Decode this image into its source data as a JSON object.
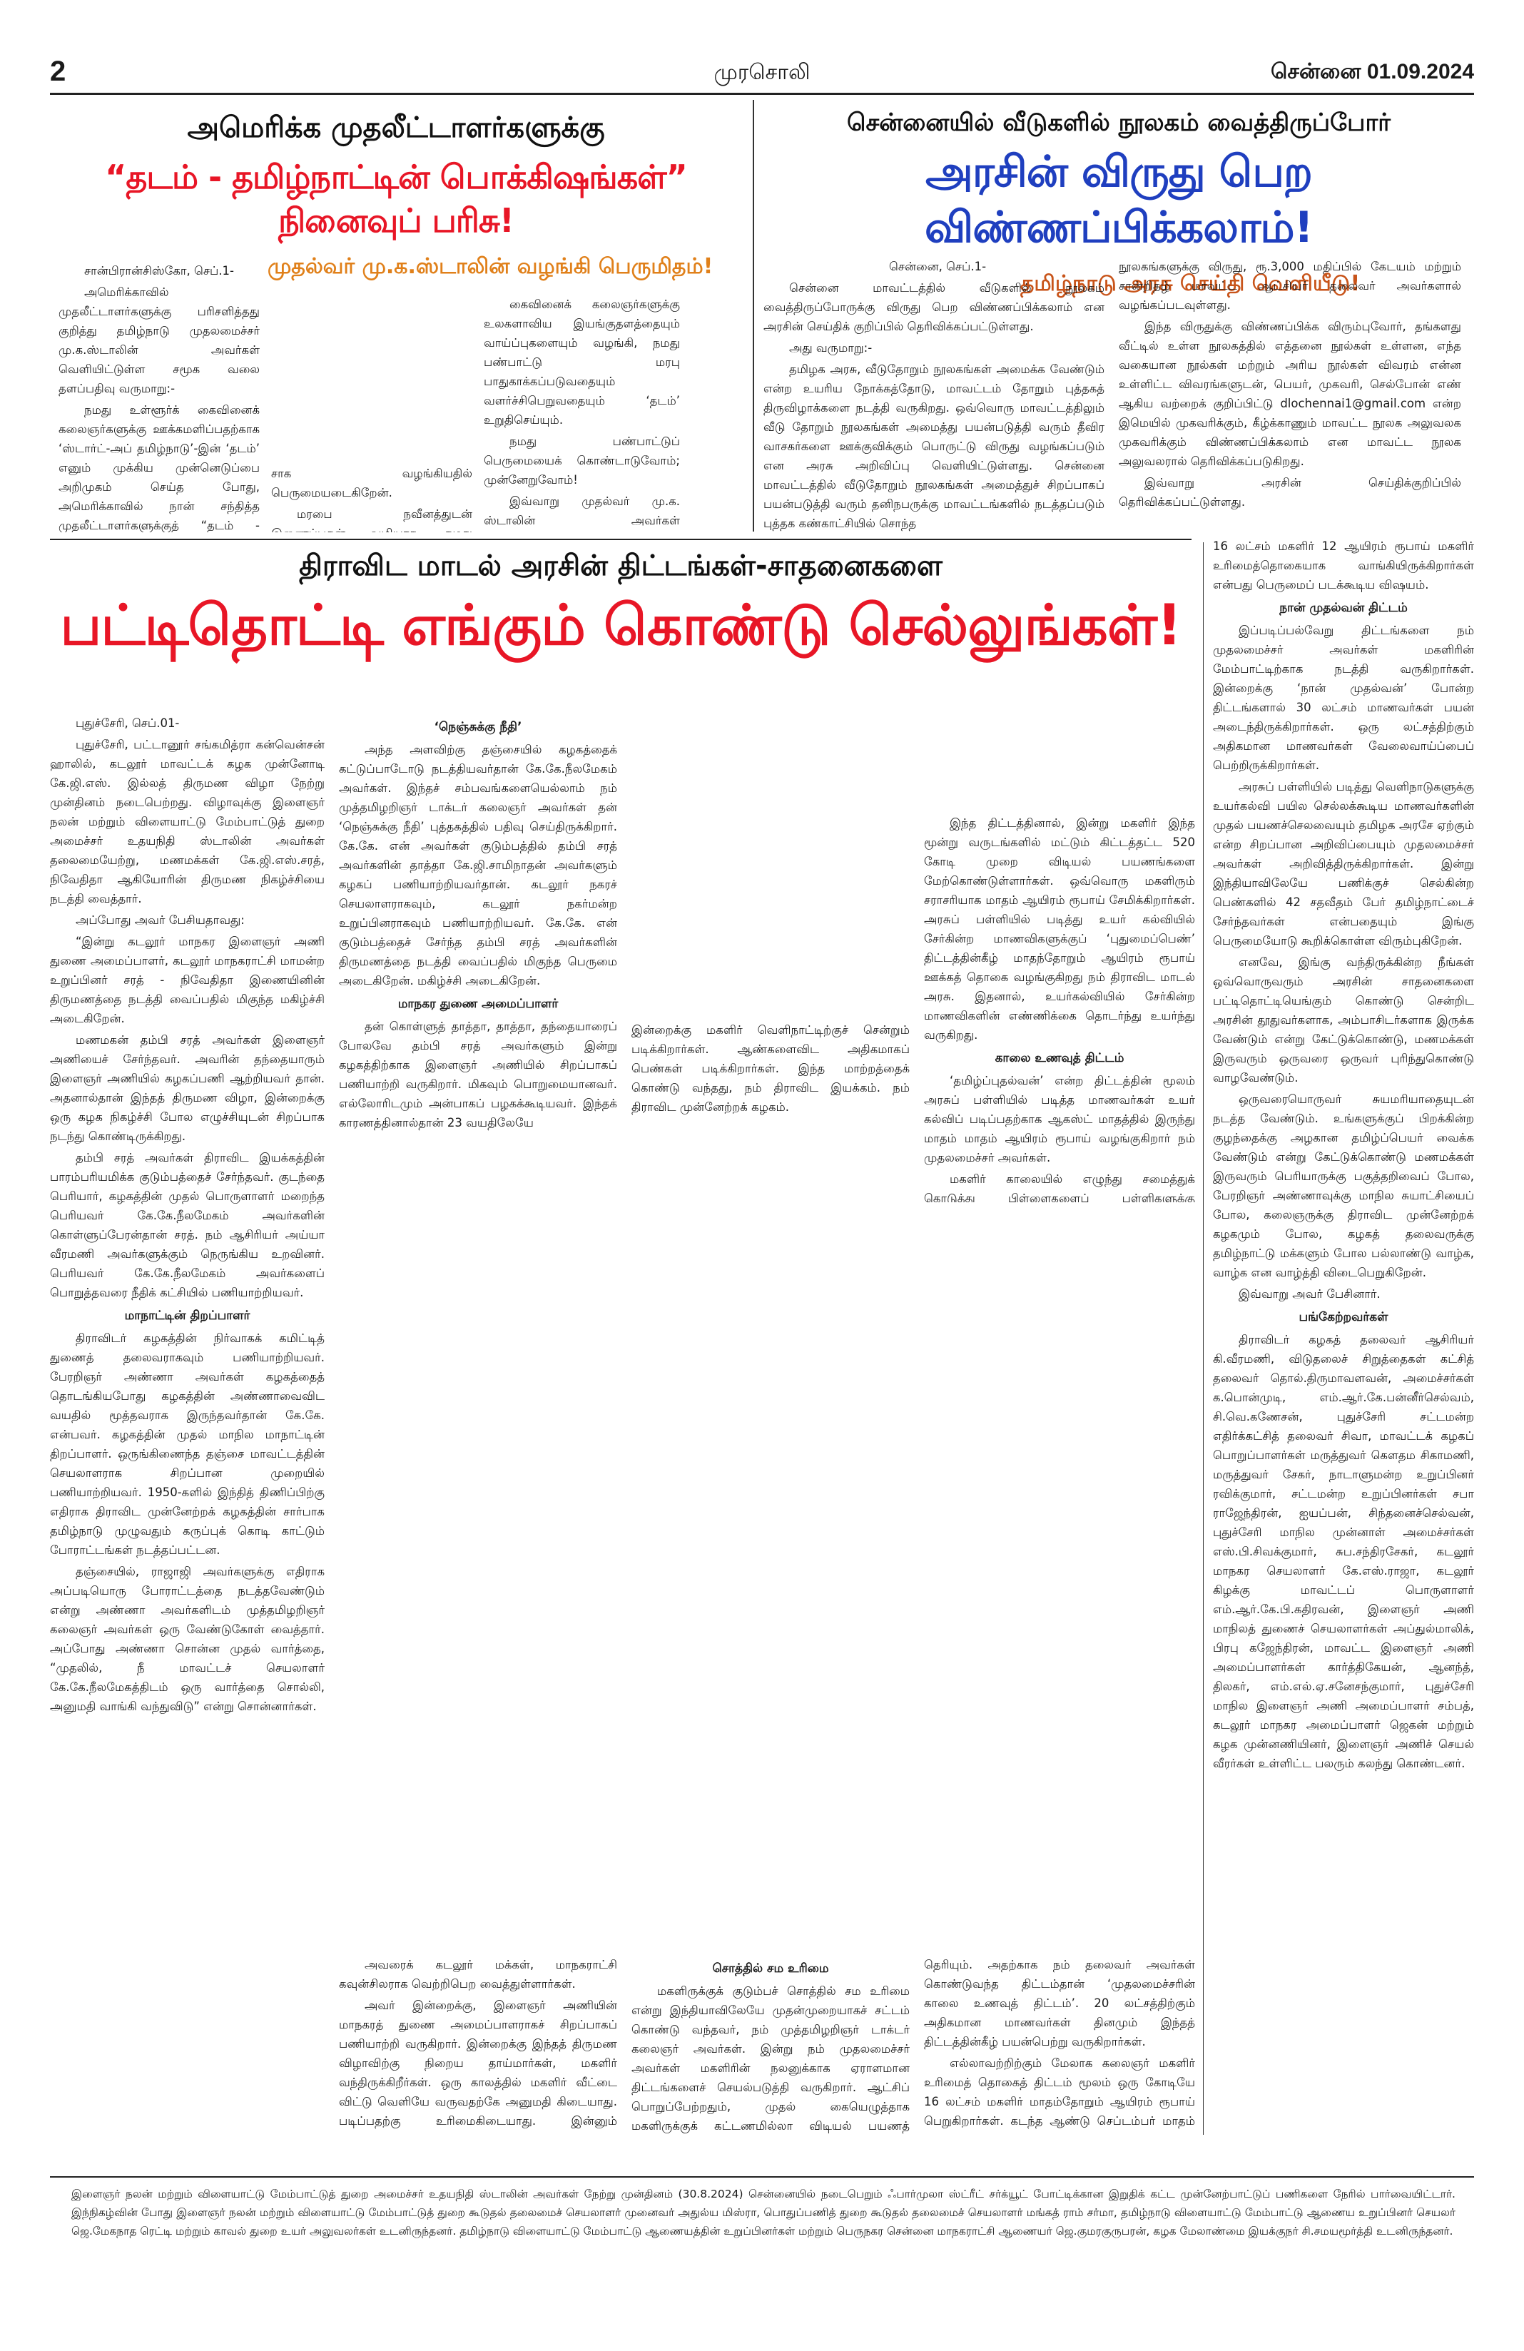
{
  "header": {
    "page": "2",
    "paper": "முரசொலி",
    "date": "சென்னை 01.09.2024"
  },
  "story1": {
    "kicker": "அமெரிக்க முதலீட்டாளர்களுக்கு",
    "headline": "“தடம் - தமிழ்நாட்டின் பொக்கிஷங்கள்” நினைவுப் பரிசு!",
    "subhead": "முதல்வர் மு.க.ஸ்டாலின் வழங்கி பெருமிதம்!",
    "col1": [
      "சான்பிரான்சிஸ்கோ, செப்.1-",
      "அமெரிக்காவில் முதலீட்டாளர்களுக்கு பரிசளித்தது குறித்து தமிழ்நாடு முதலமைச்சர் மு.க.ஸ்டாலின் அவர்கள் வெளியிட்டுள்ள சமூக வலை தளப்பதிவு வருமாறு:-",
      "நமது உள்ளூர்க் கைவினைக் கலைஞர்களுக்கு ஊக்கமளிப்பதற்காக ‘ஸ்டார்ட்-அப் தமிழ்நாடு’-இன் ‘தடம்’ எனும் முக்கிய முன்னெடுப்பை அறிமுகம் செய்த போது, அமெரிக்காவில் நான் சந்தித்த முதலீட்டாளர்களுக்குத் “தடம் - தமிழ்நாட்டின் பொக்கிஷங்கள்” எனும் பெட்டியினை நினைவுப் பரி"
    ],
    "col2": [
      "சாக வழங்கியதில் பெருமையடைகிறேன்.",
      "மரபை நவீனத்துடன் இணைப்பதன் வழியாக, நமது திறன்மிகு"
    ],
    "col3": [
      "கைவினைக் கலைஞர்களுக்கு உலகளாவிய இயங்குதளத்தையும் வாய்ப்புகளையும் வழங்கி, நமது பண்பாட்டு மரபு பாதுகாக்கப்படுவதையும் வளர்ச்சிபெறுவதையும் ‘தடம்’ உறுதிசெய்யும்.",
      "நமது பண்பாட்டுப் பெருமையைக் கொண்டாடுவோம்; முன்னேறுவோம்!",
      "இவ்வாறு முதல்வர் மு.க. ஸ்டாலின் அவர்கள் தெரிவித்துள்ளார்."
    ]
  },
  "story2": {
    "kicker": "சென்னையில் வீடுகளில் நூலகம் வைத்திருப்போர்",
    "headline": "அரசின் விருது பெற விண்ணப்பிக்கலாம்!",
    "subhead": "தமிழ்நாடு அரசு செய்தி வெளியீடு!",
    "col1": [
      "சென்னை, செப்.1-",
      "சென்னை மாவட்டத்தில் வீடுகளில் நூலகம் வைத்திருப்போருக்கு விருது பெற விண்ணப்பிக்கலாம் என அரசின் செய்திக் குறிப்பில் தெரிவிக்கப்பட்டுள்ளது.",
      "அது வருமாறு:-",
      "தமிழக அரசு, வீடுதோறும் நூலகங்கள் அமைக்க வேண்டும் என்ற உயரிய நோக்கத்தோடு, மாவட்டம் தோறும் புத்தகத் திருவிழாக்களை நடத்தி வருகிறது. ஒவ்வொரு மாவட்டத்திலும் வீடு தோறும் நூலகங்கள் அமைத்து பயன்படுத்தி வரும் தீவிர வாசகர்களை ஊக்குவிக்கும் பொருட்டு விருது வழங்கப்படும் என அரசு அறிவிப்பு வெளியிட்டுள்ளது. சென்னை மாவட்டத்தில் வீடுதோறும் நூலகங்கள் அமைத்துச் சிறப்பாகப் பயன்படுத்தி வரும் தனிநபருக்கு மாவட்டங்களில் நடத்தப்படும் புத்தக கண்காட்சியில் சொந்த"
    ],
    "col2": [
      "நூலகங்களுக்கு விருது, ரூ.3,000 மதிப்பில் கேடயம் மற்றும் சான்றிதழ் மாவட்ட ஆட்சியர் தலைவர் அவர்களால் வழங்கப்படவுள்ளது.",
      "இந்த விருதுக்கு விண்ணப்பிக்க விரும்புவோர், தங்களது வீட்டில் உள்ள நூலகத்தில் எத்தனை நூல்கள் உள்ளன, எந்த வகையான நூல்கள் மற்றும் அரிய நூல்கள் விவரம் என்ன உள்ளிட்ட விவரங்களுடன், பெயர், முகவரி, செல்போன் எண் ஆகிய வற்றைக் குறிப்பிட்டு dlochennai1@gmail.com என்ற இமெயில் முகவரிக்கும், கீழ்க்காணும் மாவட்ட நூலக அலுவலக முகவரிக்கும் விண்ணப்பிக்கலாம் என மாவட்ட நூலக அலுவலரால் தெரிவிக்கப்படுகிறது.",
      "இவ்வாறு அரசின் செய்திக்குறிப்பில் தெரிவிக்கப்பட்டுள்ளது."
    ]
  },
  "story3": {
    "kicker": "திராவிட மாடல் அரசின் திட்டங்கள்-சாதனைகளை",
    "headline": "பட்டிதொட்டி எங்கும் கொண்டு செல்லுங்கள்!",
    "right_top": [
      "16 லட்சம் மகளிர் 12 ஆயிரம் ரூபாய் மகளிர் உரிமைத்தொகையாக வாங்கியிருக்கிறார்கள் என்பது பெருமைப் படக்கூடிய விஷயம்."
    ],
    "right_sub1": "நான் முதல்வன் திட்டம்",
    "right_after1": [
      "இப்படிப்பல்வேறு திட்டங்களை நம் முதலமைச்சர் அவர்கள் மகளிரின் மேம்பாட்டிற்காக நடத்தி வருகிறார்கள். இன்றைக்கு ‘நான் முதல்வன்’ போன்ற திட்டங்களால் 30 லட்சம் மாணவர்கள் பயன் அடைந்திருக்கிறார்கள். ஒரு லட்சத்திற்கும் அதிகமான மாணவர்கள் வேலைவாய்ப்பைப் பெற்றிருக்கிறார்கள்.",
      "அரசுப் பள்ளியில் படித்து வெளிநாடுகளுக்கு உயர்கல்வி பயில செல்லக்கூடிய மாணவர்களின் முதல் பயணச்செலவையும் தமிழக அரசே ஏற்கும் என்ற சிறப்பான அறிவிப்பையும் முதலமைச்சர் அவர்கள் அறிவித்திருக்கிறார்கள். இன்று இந்தியாவிலேயே பணிக்குச் செல்கின்ற பெண்களில் 42 சதவீதம் பேர் தமிழ்நாட்டைச் சேர்ந்தவர்கள் என்பதையும் இங்கு பெருமையோடு கூறிக்கொள்ள விரும்புகிறேன்.",
      "எனவே, இங்கு வந்திருக்கின்ற நீங்கள் ஒவ்வொருவரும் அரசின் சாதனைகளை பட்டிதொட்டியெங்கும் கொண்டு சென்றிட அரசின் தூதுவர்களாக, அம்பாசிடர்களாக இருக்க வேண்டும் என்று கேட்டுக்கொண்டு, மணமக்கள் இருவரும் ஒருவரை ஒருவர் புரிந்துகொண்டு வாழவேண்டும்.",
      "ஒருவரையொருவர் சுயமரியாதையுடன் நடத்த வேண்டும். உங்களுக்குப் பிறக்கின்ற குழந்தைக்கு அழகான தமிழ்ப்பெயர் வைக்க வேண்டும் என்று கேட்டுக்கொண்டு மணமக்கள் இருவரும் பெரியாருக்கு பகுத்தறிவைப் போல, பேரறிஞர் அண்ணாவுக்கு மாநில சுயாட்சியைப் போல, கலைஞருக்கு திராவிட முன்னேற்றக் கழகமும் போல, கழகத் தலைவருக்கு தமிழ்நாட்டு மக்களும் போல பல்லாண்டு வாழ்க, வாழ்க என வாழ்த்தி விடைபெறுகிறேன்.",
      "இவ்வாறு அவர் பேசினார்."
    ],
    "right_sub2": "பங்கேற்றவர்கள்",
    "right_after2": [
      "திராவிடர் கழகத் தலைவர் ஆசிரியர் கி.வீரமணி, விடுதலைச் சிறுத்தைகள் கட்சித் தலைவர் தொல்.திருமாவளவன், அமைச்சர்கள் க.பொன்முடி, எம்.ஆர்.கே.பன்னீர்செல்வம், சி.வெ.கணேசன், புதுச்சேரி சட்டமன்ற எதிர்க்கட்சித் தலைவர் சிவா, மாவட்டக் கழகப் பொறுப்பாளர்கள் மருத்துவர் கௌதம சிகாமணி, மருத்துவர் சேகர், நாடாளுமன்ற உறுப்பினர் ரவிக்குமார், சட்டமன்ற உறுப்பினர்கள் சபா ராஜேந்திரன், ஐயப்பன், சிந்தனைச்செல்வன், புதுச்சேரி மாநில முன்னாள் அமைச்சர்கள் எஸ்.பி.சிவக்குமார், சுப.சந்திரசேகர், கடலூர் மாநகர செயலாளர் கே.எஸ்.ராஜா, கடலூர் கிழக்கு மாவட்டப் பொருளாளர் எம்.ஆர்.கே.பி.கதிரவன், இளைஞர் அணி மாநிலத் துணைச் செயலாளர்கள் அப்துல்மாலிக், பிரபு கஜேந்திரன், மாவட்ட இளைஞர் அணி அமைப்பாளர்கள் கார்த்திகேயன், ஆனந்த், திலகர், எம்.எல்.ஏ.சனேசந்குமார், புதுச்சேரி மாநில இளைஞர் அணி அமைப்பாளர் சம்பத், கடலூர் மாநகர அமைப்பாளர் ஜெகன் மற்றும் கழக முன்னணியினர், இளைஞர் அணிச் செயல் வீரர்கள் உள்ளிட்ட பலரும் கலந்து கொண்டனர்."
    ],
    "c1": [
      "புதுச்சேரி, செப்.01-",
      "புதுச்சேரி, பட்டானூர் சங்கமித்ரா கன்வென்சன் ஹாலில், கடலூர் மாவட்டக் கழக முன்னோடி கே.ஜி.எஸ். இல்லத் திருமண விழா நேற்று முன்தினம் நடைபெற்றது. விழாவுக்கு இளைஞர் நலன் மற்றும் விளையாட்டு மேம்பாட்டுத் துறை அமைச்சர் உதயநிதி ஸ்டாலின் அவர்கள் தலைமையேற்று, மணமக்கள் கே.ஜி.எஸ்.சரத், நிவேதிதா ஆகியோரின் திருமண நிகழ்ச்சியை நடத்தி வைத்தார்.",
      "அப்போது அவர் பேசியதாவது:",
      "“இன்று கடலூர் மாநகர இளைஞர் அணி துணை அமைப்பாளர், கடலூர் மாநகராட்சி மாமன்ற உறுப்பினர் சரத் - நிவேதிதா இணையினின் திருமணத்தை நடத்தி வைப்பதில் மிகுந்த மகிழ்ச்சி அடைகிறேன்.",
      "மணமகன் தம்பி சரத் அவர்கள் இளைஞர் அணியைச் சேர்ந்தவர். அவரின் தந்தையாரும் இளைஞர் அணியில் கழகப்பணி ஆற்றியவர் தான். அதனால்தான் இந்தத் திருமண விழா, இன்றைக்கு ஒரு கழக நிகழ்ச்சி போல எழுச்சியுடன் சிறப்பாக நடந்து கொண்டிருக்கிறது.",
      "தம்பி சரத் அவர்கள் திராவிட இயக்கத்தின் பாரம்பரியமிக்க குடும்பத்தைச் சேர்ந்தவர். குடந்தை பெரியார், கழகத்தின் முதல் பொருளாளர் மறைந்த பெரியவர் கே.கே.நீலமேகம் அவர்களின் கொள்ளுப்பேரன்தான் சரத். நம் ஆசிரியர் அய்யா வீரமணி அவர்களுக்கும் நெருங்கிய உறவினர். பெரியவர் கே.கே.நீலமேகம் அவர்களைப் பொறுத்தவரை நீதிக் கட்சியில் பணியாற்றியவர்."
    ],
    "c1_sub": "மாநாட்டின் திறப்பாளர்",
    "c1_after": [
      "திராவிடர் கழகத்தின் நிர்வாகக் கமிட்டித் துணைத் தலைவராகவும் பணியாற்றியவர். பேரறிஞர் அண்ணா அவர்கள் கழகத்தைத் தொடங்கியபோது கழகத்தின் அண்ணாவைவிட வயதில் மூத்தவராக இருந்தவர்தான் கே.கே. என்பவர். கழகத்தின் முதல் மாநில மாநாட்டின் திறப்பாளர். ஒருங்கிணைந்த தஞ்சை மாவட்டத்தின் செயலாளராக சிறப்பான முறையில் பணியாற்றியவர். 1950-களில் இந்தித் திணிப்பிற்கு எதிராக திராவிட முன்னேற்றக் கழகத்தின் சார்பாக தமிழ்நாடு முழுவதும் கருப்புக் கொடி காட்டும் போராட்டங்கள் நடத்தப்பட்டன.",
      "தஞ்சையில், ராஜாஜி அவர்களுக்கு எதிராக அப்படியொரு போராட்டத்தை நடத்தவேண்டும் என்று அண்ணா அவர்களிடம் முத்தமிழறிஞர் கலைஞர் அவர்கள் ஒரு வேண்டுகோள் வைத்தார். அப்போது அண்ணா சொன்ன முதல் வார்த்தை, “முதலில், நீ மாவட்டச் செயலாளர் கே.கே.நீலமேகத்திடம் ஒரு வார்த்தை சொல்லி, அனுமதி வாங்கி வந்துவிடு” என்று சொன்னார்கள்."
    ],
    "c2_sub": "‘நெஞ்சுக்கு நீதி’",
    "c2": [
      "அந்த அளவிற்கு தஞ்சையில் கழகத்தைக் கட்டுப்பாடோடு நடத்தியவர்தான் கே.கே.நீலமேகம் அவர்கள். இந்தச் சம்பவங்களையெல்லாம் நம் முத்தமிழறிஞர் டாக்டர் கலைஞர் அவர்கள் தன் ‘நெஞ்சுக்கு நீதி’ புத்தகத்தில் பதிவு செய்திருக்கிறார். கே.கே. என் அவர்கள் குடும்பத்தில் தம்பி சரத் அவர்களின் தாத்தா கே.ஜி.சாமிநாதன் அவர்களும் கழகப் பணியாற்றியவர்தான். கடலூர் நகரச் செயலாளராகவும், கடலூர் நகர்மன்ற உறுப்பினராகவும் பணியாற்றியவர். கே.கே. என் குடும்பத்தைச் சேர்ந்த தம்பி சரத் அவர்களின் திருமணத்தை நடத்தி வைப்பதில் மிகுந்த பெருமை அடைகிறேன். மகிழ்ச்சி அடைகிறேன்."
    ],
    "c2_sub2": "மாநகர துணை அமைப்பாளர்",
    "c2_after": [
      "தன் கொள்ளுத் தாத்தா, தாத்தா, தந்தையாரைப் போலவே தம்பி சரத் அவர்களும் இன்று கழகத்திற்காக இளைஞர் அணியில் சிறப்பாகப் பணியாற்றி வருகிறார். மிகவும் பொறுமையானவர். எல்லோரிடமும் அன்பாகப் பழகக்கூடியவர். இந்தக் காரணத்தினால்தான் 23 வயதிலேயே"
    ],
    "c2_bottom": [
      "அவரைக் கடலூர் மக்கள், மாநகராட்சி கவுன்சிலராக வெற்றிபெற வைத்துள்ளார்கள்.",
      "அவர் இன்றைக்கு, இளைஞர் அணியின் மாநகரத் துணை அமைப்பாளராகச் சிறப்பாகப் பணியாற்றி வருகிறார். இன்றைக்கு இந்தத் திருமண விழாவிற்கு நிறைய தாய்மார்கள், மகளிர் வந்திருக்கிறீர்கள். ஒரு காலத்தில் மகளிர் வீட்டை விட்டு வெளியே வருவதற்கே அனுமதி கிடையாது. படிப்பதற்கு உரிமைகிடையாது. இன்னும் சொல்லப்போனால் ஆண்களுக்குச் சமமாக பெண்களும் வந்து உட்கார்ந்து இருக்கிறீர்கள்."
    ],
    "c3_top": [
      "இன்றைக்கு மகளிர் வெளிநாட்டிற்குச் சென்றும் படிக்கிறார்கள். ஆண்களைவிட அதிகமாகப் பெண்கள் படிக்கிறார்கள். இந்த மாற்றத்தைக் கொண்டு வந்தது, நம் திராவிட இயக்கம். நம் திராவிட முன்னேற்றக் கழகம்."
    ],
    "c3_sub": "சொத்தில் சம உரிமை",
    "c3_bottom": [
      "மகளிருக்குக் குடும்பச் சொத்தில் சம உரிமை என்று இந்தியாவிலேயே முதன்முறையாகச் சட்டம் கொண்டு வந்தவர், நம் முத்தமிழறிஞர் டாக்டர் கலைஞர் அவர்கள். இன்று நம் முதலமைச்சர் அவர்கள் மகளிரின் நலனுக்காக ஏராளமான திட்டங்களைச் செயல்படுத்தி வருகிறார். ஆட்சிப் பொறுப்பேற்றதும், முதல் கையெழுத்தாக மகளிருக்குக் கட்டணமில்லா விடியல் பயணத் திட்டத்தில் நம் முதலமைச்சர் அவர்கள் கையெழுத்திட்டார்கள்."
    ],
    "c4_top": [
      "இந்த திட்டத்தினால், இன்று மகளிர் இந்த மூன்று வருடங்களில் மட்டும் கிட்டத்தட்ட 520 கோடி முறை விடியல் பயணங்களை மேற்கொண்டுள்ளார்கள். ஒவ்வொரு மகளிரும் சராசரியாக மாதம் ஆயிரம் ரூபாய் சேமிக்கிறார்கள். அரசுப் பள்ளியில் படித்து உயர் கல்வியில் சேர்கின்ற மாணவிகளுக்குப் ‘புதுமைப்பெண்’ திட்டத்தின்கீழ் மாதந்தோறும் ஆயிரம் ரூபாய் ஊக்கத் தொகை வழங்குகிறது நம் திராவிட மாடல் அரசு. இதனால், உயர்கல்வியில் சேர்கின்ற மாணவிகளின் எண்ணிக்கை தொடர்ந்து உயர்ந்து வருகிறது."
    ],
    "c4_sub": "காலை உணவுத் திட்டம்",
    "c4_mid": [
      "‘தமிழ்ப்புதல்வன்’ என்ற திட்டத்தின் மூலம் அரசுப் பள்ளியில் படித்த மாணவர்கள் உயர் கல்விப் படிப்பதற்காக ஆகஸ்ட் மாதத்தில் இருந்து மாதம் மாதம் ஆயிரம் ரூபாய் வழங்குகிறார் நம் முதலமைச்சர் அவர்கள்.",
      "மகளிர் காலையில் எழுந்து சமைத்துக் கொடுத்து பிள்ளைகளைப் பள்ளிகளுக்கு அனுப்புவது எவ்வளவு சிரமம் என்று உங்களுக்குத்"
    ],
    "c4_bottom": [
      "தெரியும். அதற்காக நம் தலைவர் அவர்கள் கொண்டுவந்த திட்டம்தான் ‘முதலமைச்சரின் காலை உணவுத் திட்டம்’. 20 லட்சத்திற்கும் அதிகமான மாணவர்கள் தினமும் இந்தத் திட்டத்தின்கீழ் பயன்பெற்று வருகிறார்கள்.",
      "எல்லாவற்றிற்கும் மேலாக கலைஞர் மகளிர் உரிமைத் தொகைத் திட்டம் மூலம் ஒரு கோடியே 16 லட்சம் மகளிர் மாதம்தோறும் ஆயிரம் ரூபாய் பெறுகிறார்கள். கடந்த ஆண்டு செப்டம்பர் மாதம் தொடங்கிய திட்டம். இந்த ஆண்டு செப்டம்பர் முதல் இது வரை இந்த 12 மாதங்களுக்கு ஒரு கோடியே"
    ]
  },
  "caption": "இளைஞர் நலன் மற்றும் விளையாட்டு மேம்பாட்டுத் துறை அமைச்சர் உதயநிதி ஸ்டாலின் அவர்கள் நேற்று முன்தினம் (30.8.2024) சென்னையில் நடைபெறும் ஃபார்முலா ஸ்ட்ரீட் சர்க்யூட் போட்டிக்கான இறுதிக் கட்ட முன்னேற்பாட்டுப் பணிகளை நேரில் பார்வையிட்டார். இந்நிகழ்வின் போது இளைஞர் நலன் மற்றும் விளையாட்டு மேம்பாட்டுத் துறை கூடுதல் தலைமைச் செயலாளர் முனைவர் அதுல்ய மிஸ்ரா, பொதுப்பணித் துறை கூடுதல் தலைமைச் செயலாளர் மங்கத் ராம் சர்மா, தமிழ்நாடு விளையாட்டு மேம்பாட்டு ஆணைய உறுப்பினர் செயலர் ஜெ.மேகநாத ரெட்டி மற்றும் காவல் துறை உயர் அலுவலர்கள் உடனிருந்தனர்.",
  "caption_extra": "தமிழ்நாடு விளையாட்டு மேம்பாட்டு ஆணையத்தின் உறுப்பினர்கள் மற்றும் பெருநகர சென்னை மாநகராட்சி ஆணையர் ஜெ.குமரகுருபரன், கழக மேலாண்மை இயக்குநர் சி.சமயமூர்த்தி உடனிருந்தனர்."
}
